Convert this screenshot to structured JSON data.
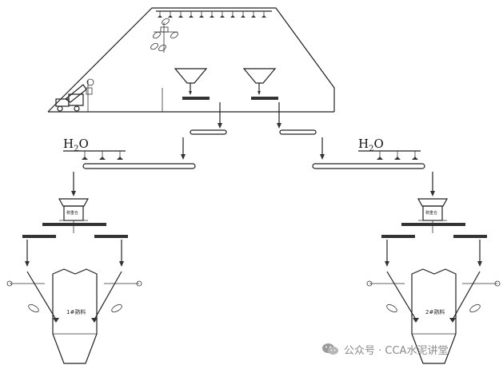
{
  "diagram": {
    "water_label_left": "H",
    "water_label_left_sub": "2",
    "water_label_left_end": "O",
    "water_label_right": "H",
    "water_label_right_sub": "2",
    "water_label_right_end": "O",
    "silo_left_label": "1#熟料",
    "silo_right_label": "2#熟料",
    "hopper_left_label": "称重仓",
    "hopper_right_label": "称重仓"
  },
  "watermark": {
    "text": "公众号 · CCA水泥讲堂",
    "icon": "wechat-icon"
  }
}
